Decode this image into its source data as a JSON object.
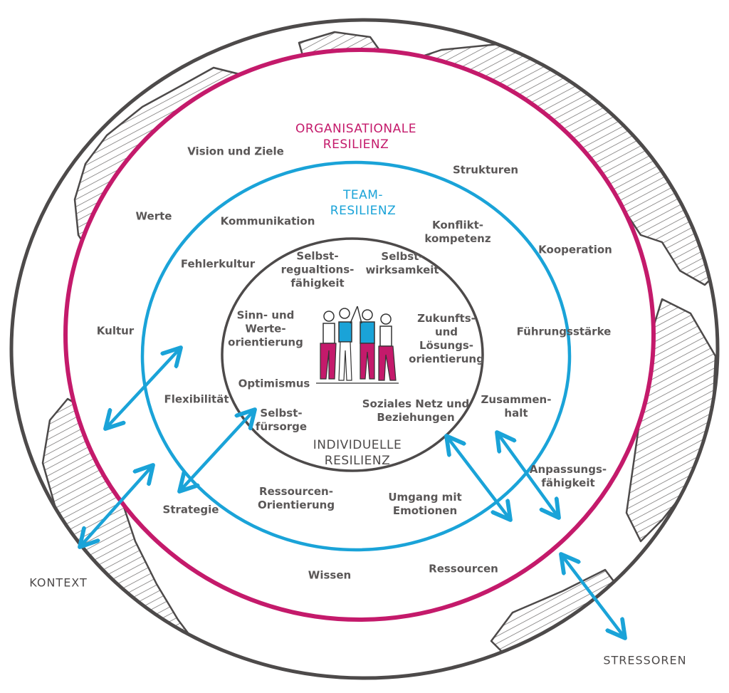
{
  "colors": {
    "earth_outline": "#4d4a4a",
    "land_hatch": "#6a6767",
    "organisation_ring": "#c41a6b",
    "team_ring": "#1aa3d8",
    "individual_ring": "#4d4a4a",
    "arrow": "#1aa3d8",
    "text": "#5a5757"
  },
  "titles": {
    "organisation": "ORGANISATIONALE\nRESILIENZ",
    "team": "TEAM-\nRESILIENZ",
    "individual": "INDIVIDUELLE\nRESILIENZ",
    "kontext": "KONTEXT",
    "stressoren": "STRESSOREN"
  },
  "organisation_factors": {
    "vision": "Vision und Ziele",
    "strukturen": "Strukturen",
    "werte": "Werte",
    "kooperation": "Kooperation",
    "kultur": "Kultur",
    "fuehrung": "Führungsstärke",
    "anpassung": "Anpassungs-\nfähigkeit",
    "strategie": "Strategie",
    "wissen": "Wissen",
    "ressourcen": "Ressourcen"
  },
  "team_factors": {
    "kommunikation": "Kommunikation",
    "konflikt": "Konflikt-\nkompetenz",
    "fehlerkultur": "Fehlerkultur",
    "flexibilitaet": "Flexibilität",
    "zusammenhalt": "Zusammen-\nhalt",
    "ressourcen_orientierung": "Ressourcen-\nOrientierung",
    "emotionen": "Umgang mit\nEmotionen"
  },
  "individual_factors": {
    "selbstregulation": "Selbst-\nregualtions-\nfähigkeit",
    "selbstwirksamkeit": "Selbst-\nwirksamkeit",
    "sinn": "Sinn- und\nWerte-\norientierung",
    "zukunft": "Zukunfts-\nund\nLösungs-\norientierung",
    "optimismus": "Optimismus",
    "selbstfuersorge": "Selbst-\nfürsorge",
    "soziales_netz": "Soziales Netz und\nBeziehungen"
  },
  "icons": {
    "team": "people-group-icon"
  }
}
